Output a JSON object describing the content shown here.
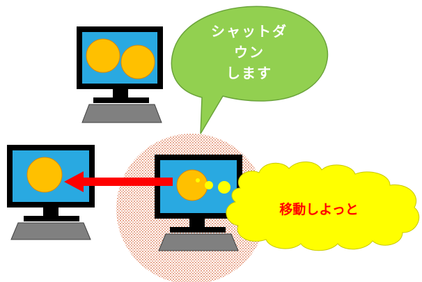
{
  "speech_bubble": {
    "lines": [
      "シャットダ",
      "ウン",
      "します"
    ],
    "fill": "#92d050"
  },
  "cloud": {
    "text": "移動しよっと",
    "fill": "#ffff00",
    "text_color": "#ff0000"
  },
  "colors": {
    "screen": "#29a9e1",
    "monitor_frame": "#000000",
    "base": "#808080",
    "circle": "#ffc000",
    "arrow": "#ff0000",
    "highlight": "#f4cfc0"
  }
}
